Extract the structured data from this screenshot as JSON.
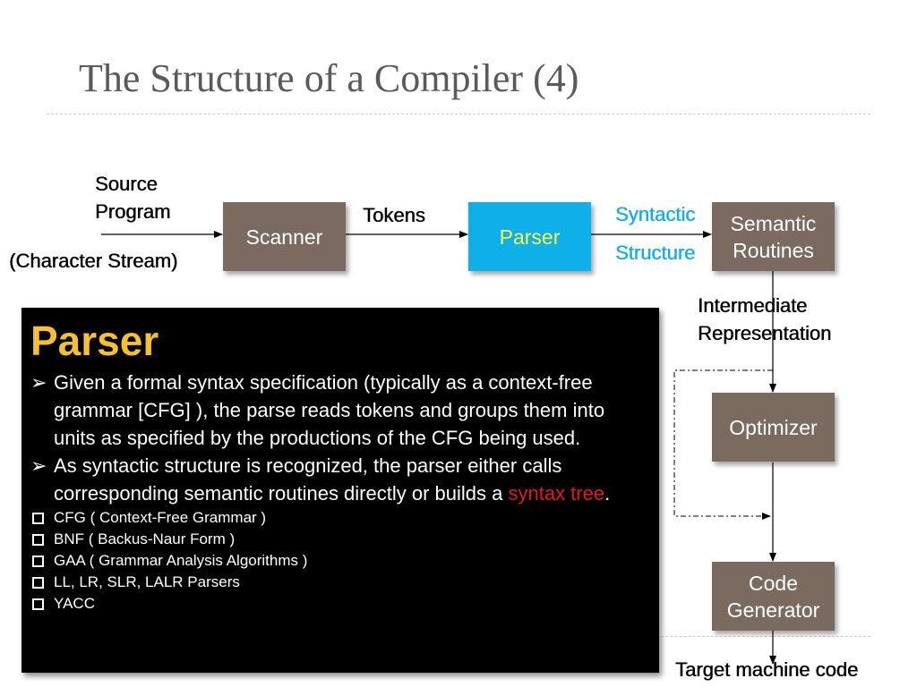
{
  "title": "The Structure of a Compiler (4)",
  "diagram": {
    "source_label_line1": "Source",
    "source_label_line2": "Program",
    "char_stream_label": "(Character Stream)",
    "scanner": "Scanner",
    "tokens_label": "Tokens",
    "parser": "Parser",
    "syntactic_label": "Syntactic",
    "structure_label": "Structure",
    "semantic_line1": "Semantic",
    "semantic_line2": "Routines",
    "ir_label_line1": "Intermediate",
    "ir_label_line2": "Representation",
    "optimizer": "Optimizer",
    "codegen_line1": "Code",
    "codegen_line2": "Generator",
    "target_label": "Target machine code"
  },
  "panel": {
    "heading": "Parser",
    "bullet1_marker": "➢",
    "bullet1": "Given a formal syntax specification (typically as a context-free grammar [CFG] ), the parse reads tokens and groups them into units as specified by the productions of the CFG being used.",
    "bullet2_marker": "➢",
    "bullet2_text": "As syntactic structure is recognized, the parser either calls corresponding semantic routines directly or builds a ",
    "bullet2_highlight": "syntax tree",
    "bullet2_end": ".",
    "items": [
      "CFG ( Context-Free Grammar )",
      "BNF ( Backus-Naur Form )",
      "GAA ( Grammar Analysis Algorithms )",
      "LL, LR, SLR, LALR Parsers",
      "YACC"
    ]
  },
  "colors": {
    "box": "#7b6a60",
    "parser_box": "#0eb0ea",
    "parser_text": "#fff34a",
    "heading": "#f5c036",
    "highlight": "#e4171d",
    "label_cyan": "#14aee6"
  }
}
